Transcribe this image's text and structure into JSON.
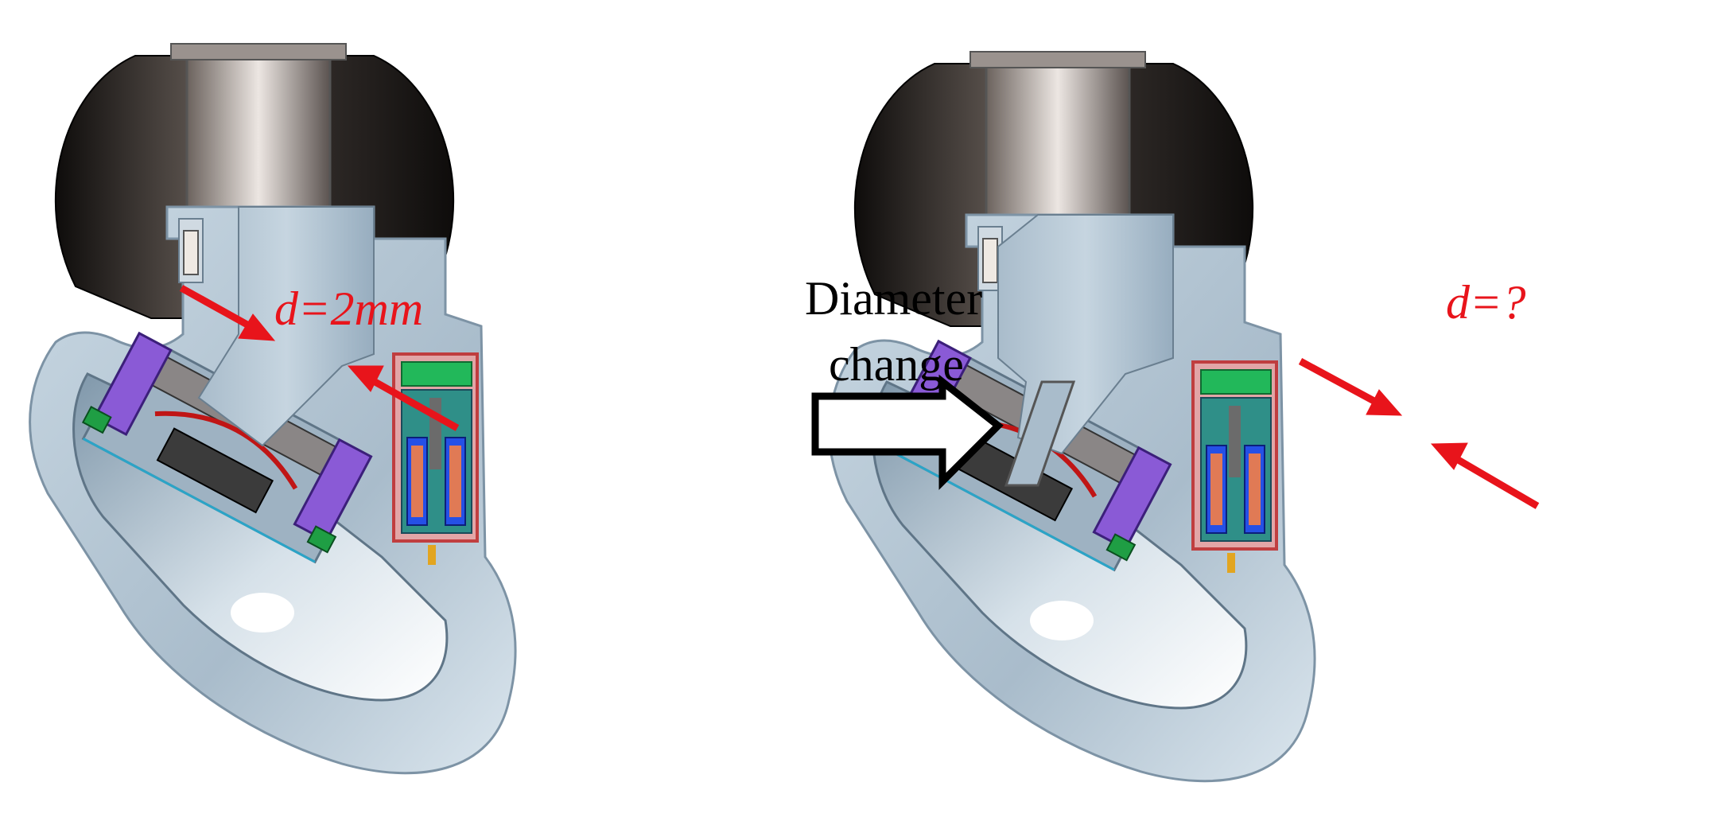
{
  "labels": {
    "left_diameter": "d=2mm",
    "right_diameter": "d=?",
    "arrow_line1": "Diameter",
    "arrow_line2": "change"
  },
  "icons": {
    "center_arrow": "hollow-right-arrow-icon",
    "pointer_arrows": "red-pointer-arrow-icon"
  },
  "colors": {
    "annotation": "#e8141b",
    "housing": "#b9cbd8",
    "ear_tip": "#2a2522",
    "driver_purple": "#8a5ad6",
    "receiver_green": "#22b85a",
    "receiver_blue": "#2550e6",
    "receiver_orange": "#e07a55"
  }
}
